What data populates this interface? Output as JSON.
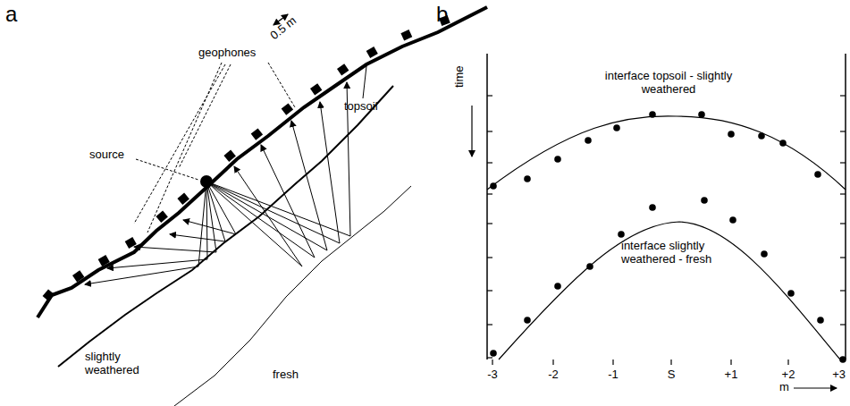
{
  "diagram": {
    "labels": [
      "a",
      "geophones",
      "0.5 m",
      "topsoil",
      "source",
      "slightly weathered",
      "fresh",
      "b",
      "time",
      "interface topsoil - slightly weathered",
      "interface slightly weathered - fresh",
      "-3",
      "-2",
      "-1",
      "S",
      "+1",
      "+2",
      "+3",
      "m"
    ]
  }
}
